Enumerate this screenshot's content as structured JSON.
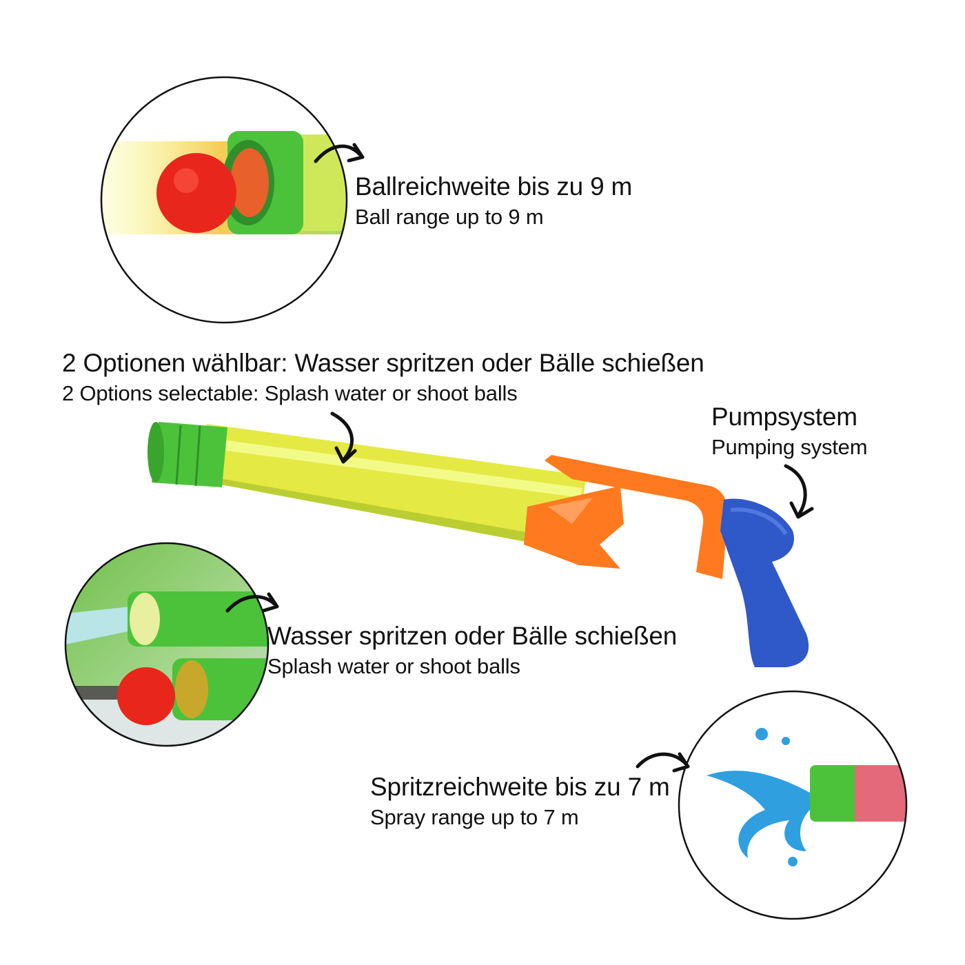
{
  "features": {
    "ball_range": {
      "de": "Ballreichweite bis zu 9 m",
      "en": "Ball range up to 9 m"
    },
    "options": {
      "de": "2 Optionen wählbar: Wasser spritzen oder Bälle schießen",
      "en": "2 Options selectable: Splash water or shoot balls"
    },
    "pump": {
      "de": "Pumpsystem",
      "en": "Pumping system"
    },
    "modes": {
      "de": "Wasser spritzen oder Bälle schießen",
      "en": "Splash water or shoot balls"
    },
    "spray_range": {
      "de": "Spritzreichweite bis zu 7 m",
      "en": "Spray range up to 7 m"
    }
  },
  "colors": {
    "barrel": "#e4e83a",
    "cap": "#4cc23a",
    "handle": "#ff7a1e",
    "grip": "#2f58c8",
    "ball": "#e8261c",
    "water": "#2f9fe0"
  }
}
